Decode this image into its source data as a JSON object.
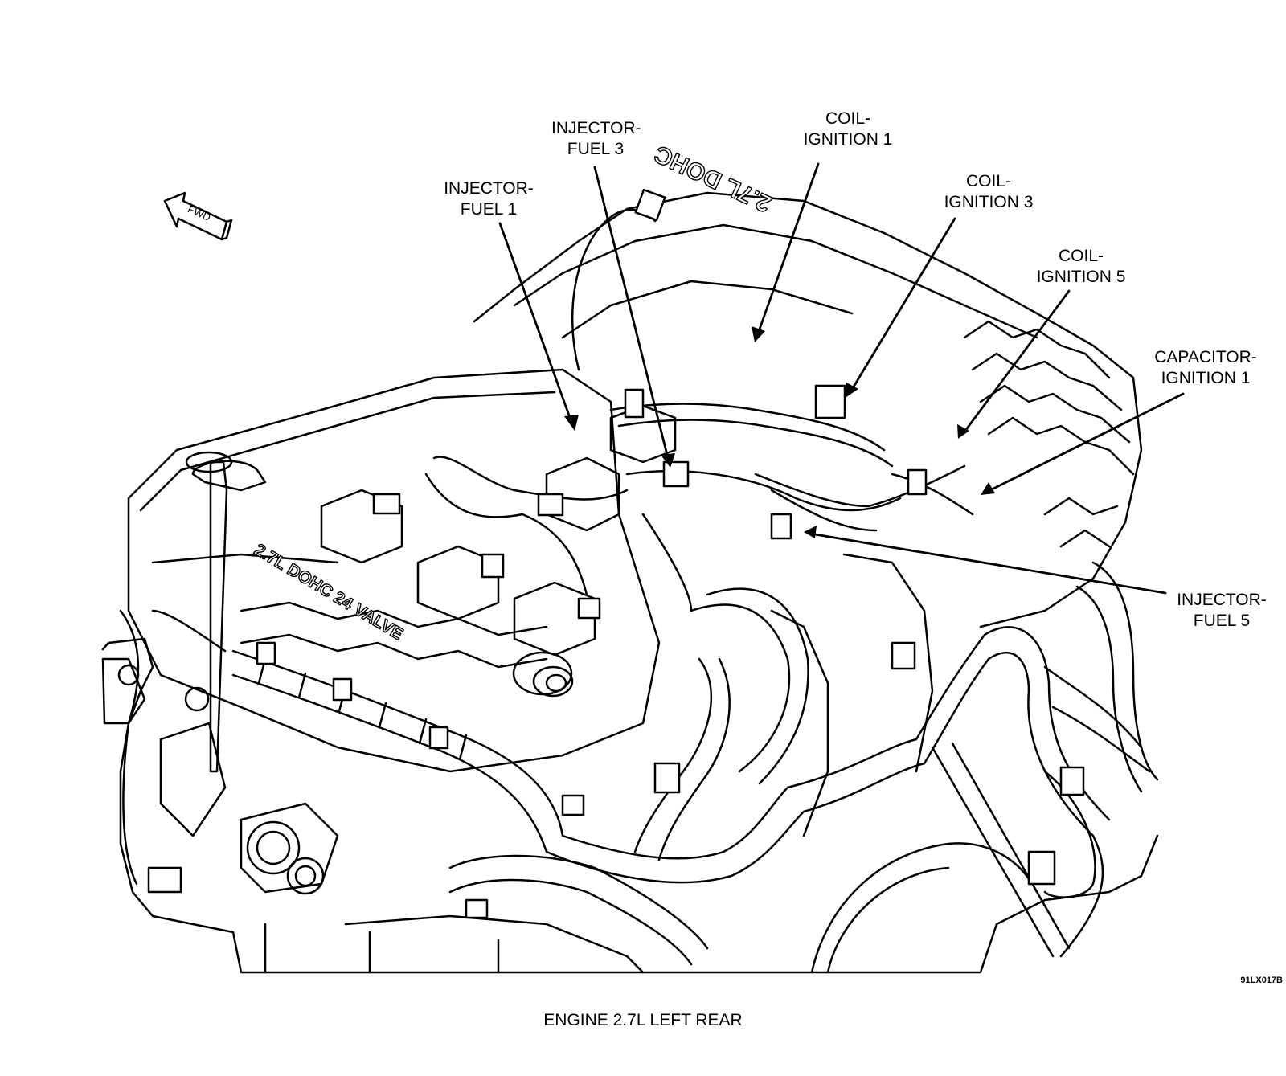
{
  "labels": {
    "injector_fuel_3": [
      "INJECTOR-",
      "FUEL 3"
    ],
    "coil_ignition_1": [
      "COIL-",
      "IGNITION 1"
    ],
    "injector_fuel_1": [
      "INJECTOR-",
      "FUEL 1"
    ],
    "coil_ignition_3": [
      "COIL-",
      "IGNITION 3"
    ],
    "coil_ignition_5": [
      "COIL-",
      "IGNITION 5"
    ],
    "capacitor_ignition_1": [
      "CAPACITOR-",
      "IGNITION 1"
    ],
    "injector_fuel_5": [
      "INJECTOR-",
      "FUEL 5"
    ]
  },
  "direction_arrow": "FWD",
  "engine_markings": {
    "valve_cover_text": "2.7L DOHC 24 VALVE",
    "intake_text": "2.7L DOHC"
  },
  "figure_id": "91LX017B",
  "caption": "ENGINE 2.7L LEFT REAR",
  "line_color": "#000000",
  "background_color": "#ffffff"
}
